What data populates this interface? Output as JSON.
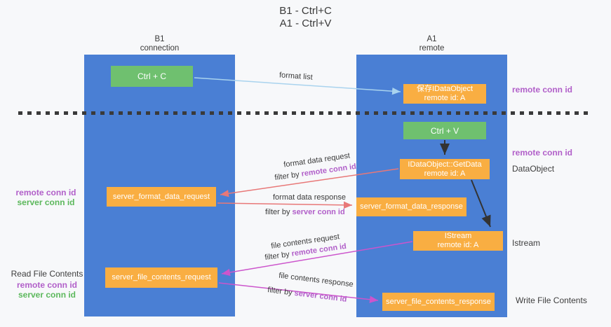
{
  "title": {
    "line1": "B1 - Ctrl+C",
    "line2": "A1 - Ctrl+V"
  },
  "lanes": {
    "left": {
      "name": "B1",
      "role": "connection"
    },
    "right": {
      "name": "A1",
      "role": "remote"
    }
  },
  "boxes": {
    "ctrl_c": {
      "label": "Ctrl + C"
    },
    "save_idataobject": {
      "line1": "保存IDataObject",
      "line2": "remote id: A"
    },
    "ctrl_v": {
      "label": "Ctrl + V"
    },
    "getdata": {
      "line1": "IDataObject::GetData",
      "line2": "remote id: A"
    },
    "format_request": {
      "label": "server_format_data_request"
    },
    "format_response": {
      "label": "server_format_data_response"
    },
    "istream": {
      "line1": "IStream",
      "line2": "remote id: A"
    },
    "file_request": {
      "label": "server_file_contents_request"
    },
    "file_response": {
      "label": "server_file_contents_response"
    }
  },
  "edge_labels": {
    "format_list": "format list",
    "format_data_request": "format data request",
    "format_data_response": "format data response",
    "file_contents_request": "file contents request",
    "file_contents_response": "file contents response",
    "filter_by": "filter by ",
    "remote_conn_id": "remote conn id",
    "server_conn_id": "server conn id"
  },
  "side_labels": {
    "right_top_remote_conn_id": "remote conn id",
    "right_mid_remote_conn_id": "remote conn id",
    "dataobject": "DataObject",
    "istream": "Istream",
    "write_file_contents": "Write File Contents",
    "left_remote_conn_id": "remote conn id",
    "left_server_conn_id": "server conn id",
    "read_file_contents": "Read File Contents",
    "read_remote_conn_id": "remote conn id",
    "read_server_conn_id": "server conn id"
  },
  "colors": {
    "lane_blue": "#4a7fd4",
    "box_orange": "#f9ae42",
    "box_green": "#6fc06f",
    "purple_text": "#b15fc9",
    "green_text": "#5cb85c",
    "salmon_arrow": "#e87878",
    "magenta_arrow": "#cc55cc",
    "light_blue_arrow": "#a9d3ee",
    "black_arrow": "#333333",
    "text": "#3d3d3d",
    "background": "#f7f8fa"
  }
}
